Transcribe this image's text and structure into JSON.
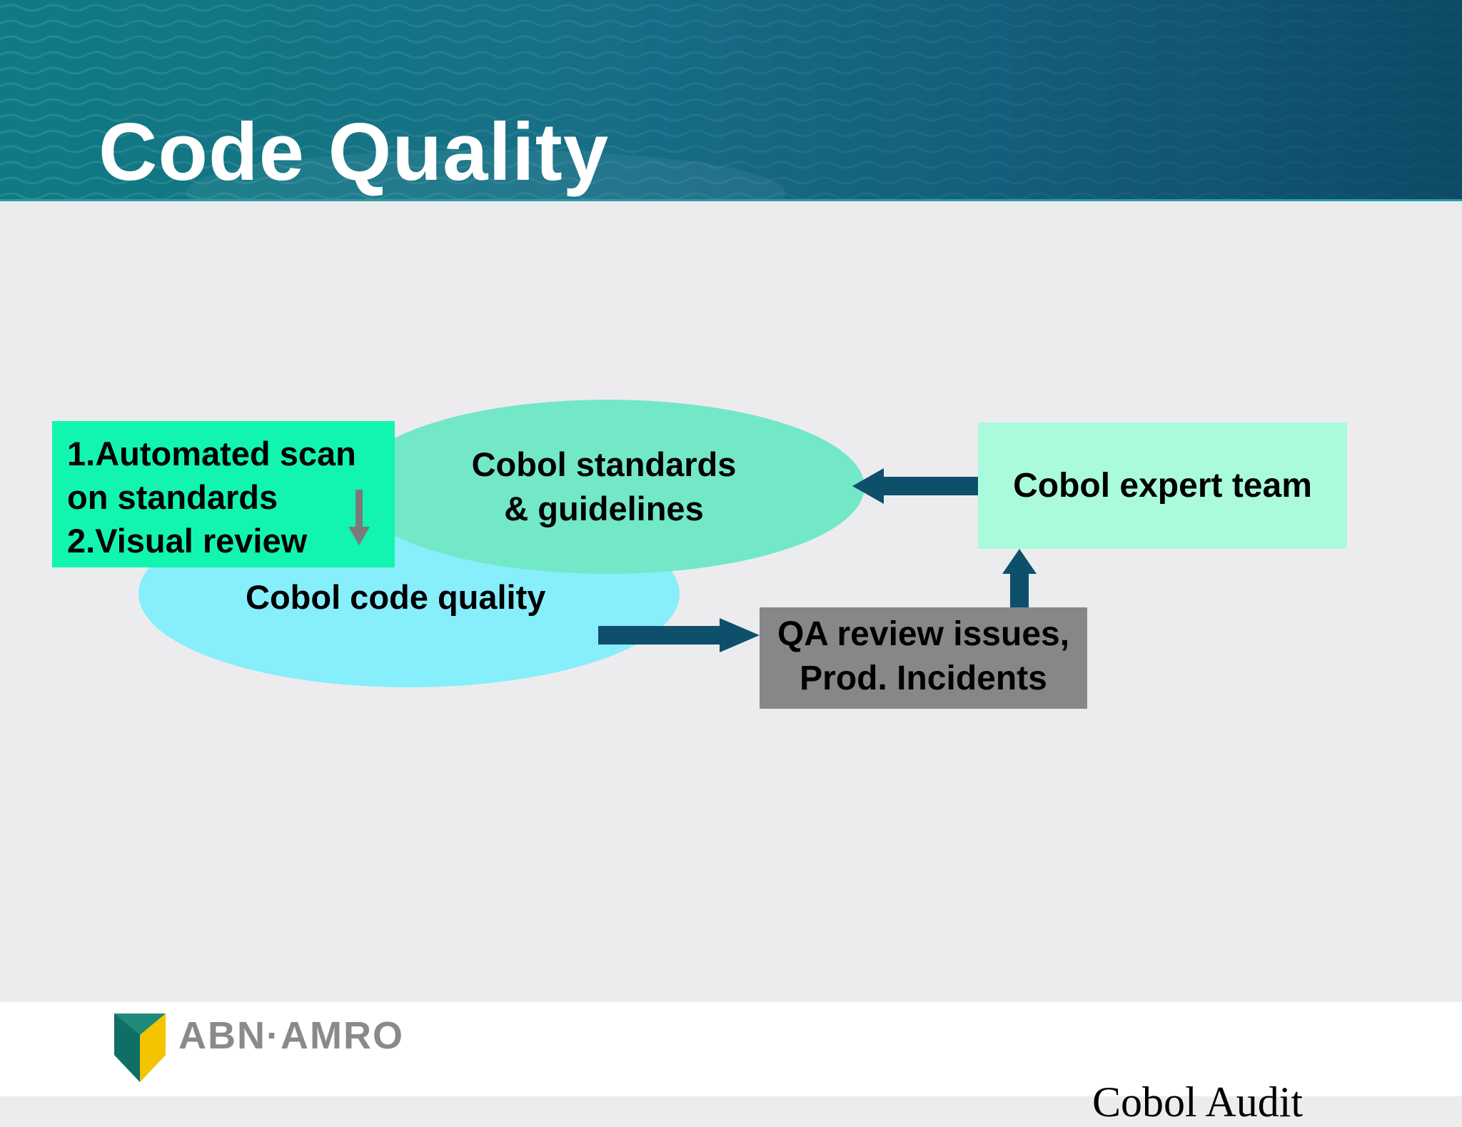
{
  "slide": {
    "title": "Code Quality"
  },
  "diagram": {
    "steps_box": {
      "line1": "1.Automated scan",
      "line2": "on standards",
      "line3": "2.Visual review"
    },
    "standards_ellipse": {
      "line1": "Cobol standards",
      "line2": "& guidelines"
    },
    "code_quality_ellipse": {
      "label": "Cobol code quality"
    },
    "expert_box": {
      "label": "Cobol expert team"
    },
    "qa_box": {
      "line1": "QA review issues,",
      "line2": "Prod. Incidents"
    }
  },
  "footer": {
    "logo_text": "ABN·AMRO",
    "caption": "Cobol Audit"
  },
  "colors": {
    "header": "#176f86",
    "steps_box": "#12f5b0",
    "standards_ellipse": "#72e8c8",
    "code_quality_ellipse": "#87eefb",
    "expert_box": "#a9fbdb",
    "qa_box": "#878789",
    "arrow": "#0e4f6c"
  }
}
